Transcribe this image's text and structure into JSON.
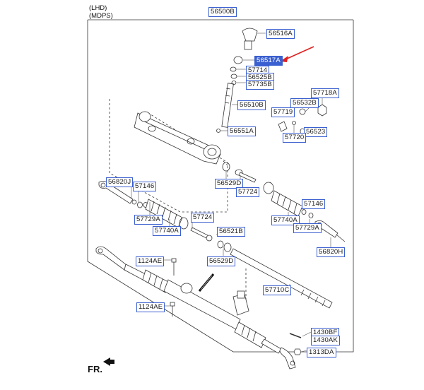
{
  "header": {
    "line1": "(LHD)",
    "line2": "(MDPS)"
  },
  "direction_label": "FR.",
  "highlight_color": "#e02020",
  "label_border_color": "#3a5fd0",
  "parts": [
    {
      "code": "56500B"
    },
    {
      "code": "56516A"
    },
    {
      "code": "56517A",
      "highlighted": true
    },
    {
      "code": "57714"
    },
    {
      "code": "56525B"
    },
    {
      "code": "57735B"
    },
    {
      "code": "56510B"
    },
    {
      "code": "56551A"
    },
    {
      "code": "57718A"
    },
    {
      "code": "56532B"
    },
    {
      "code": "57719"
    },
    {
      "code": "56523"
    },
    {
      "code": "57720"
    },
    {
      "code": "56820J"
    },
    {
      "code": "57146"
    },
    {
      "code": "56529D"
    },
    {
      "code": "57724"
    },
    {
      "code": "57729A"
    },
    {
      "code": "57146"
    },
    {
      "code": "57740A"
    },
    {
      "code": "57740A"
    },
    {
      "code": "57729A"
    },
    {
      "code": "57724"
    },
    {
      "code": "56521B"
    },
    {
      "code": "56820H"
    },
    {
      "code": "56529D"
    },
    {
      "code": "1124AE"
    },
    {
      "code": "57710C"
    },
    {
      "code": "1124AE"
    },
    {
      "code": "1430BF"
    },
    {
      "code": "1430AK"
    },
    {
      "code": "1313DA"
    }
  ]
}
